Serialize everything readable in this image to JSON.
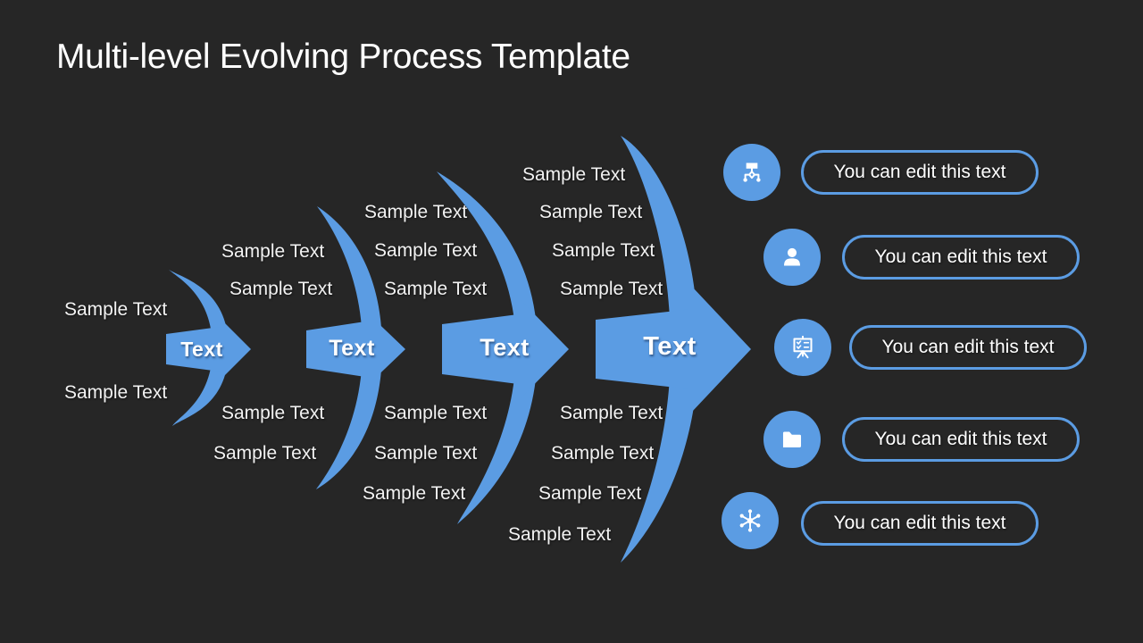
{
  "title": "Multi-level Evolving Process Template",
  "colors": {
    "background": "#262626",
    "accent": "#5B9CE3",
    "text": "#F2F2F2"
  },
  "diagram": {
    "stages": [
      {
        "arrow_label": "Text",
        "labels_above": [
          "Sample Text"
        ],
        "labels_below": [
          "Sample Text"
        ]
      },
      {
        "arrow_label": "Text",
        "labels_above": [
          "Sample Text",
          "Sample Text"
        ],
        "labels_below": [
          "Sample Text",
          "Sample Text"
        ]
      },
      {
        "arrow_label": "Text",
        "labels_above": [
          "Sample Text",
          "Sample Text",
          "Sample Text"
        ],
        "labels_below": [
          "Sample Text",
          "Sample Text",
          "Sample Text"
        ]
      },
      {
        "arrow_label": "Text",
        "labels_above": [
          "Sample Text",
          "Sample Text",
          "Sample Text",
          "Sample Text"
        ],
        "labels_below": [
          "Sample Text",
          "Sample Text",
          "Sample Text",
          "Sample Text"
        ]
      }
    ]
  },
  "legend": {
    "items": [
      {
        "icon": "org-chart-icon",
        "label": "You can edit this text"
      },
      {
        "icon": "user-icon",
        "label": "You can edit this text"
      },
      {
        "icon": "presentation-icon",
        "label": "You can edit this text"
      },
      {
        "icon": "folder-icon",
        "label": "You can edit this text"
      },
      {
        "icon": "network-hub-icon",
        "label": "You can edit this text"
      }
    ]
  }
}
